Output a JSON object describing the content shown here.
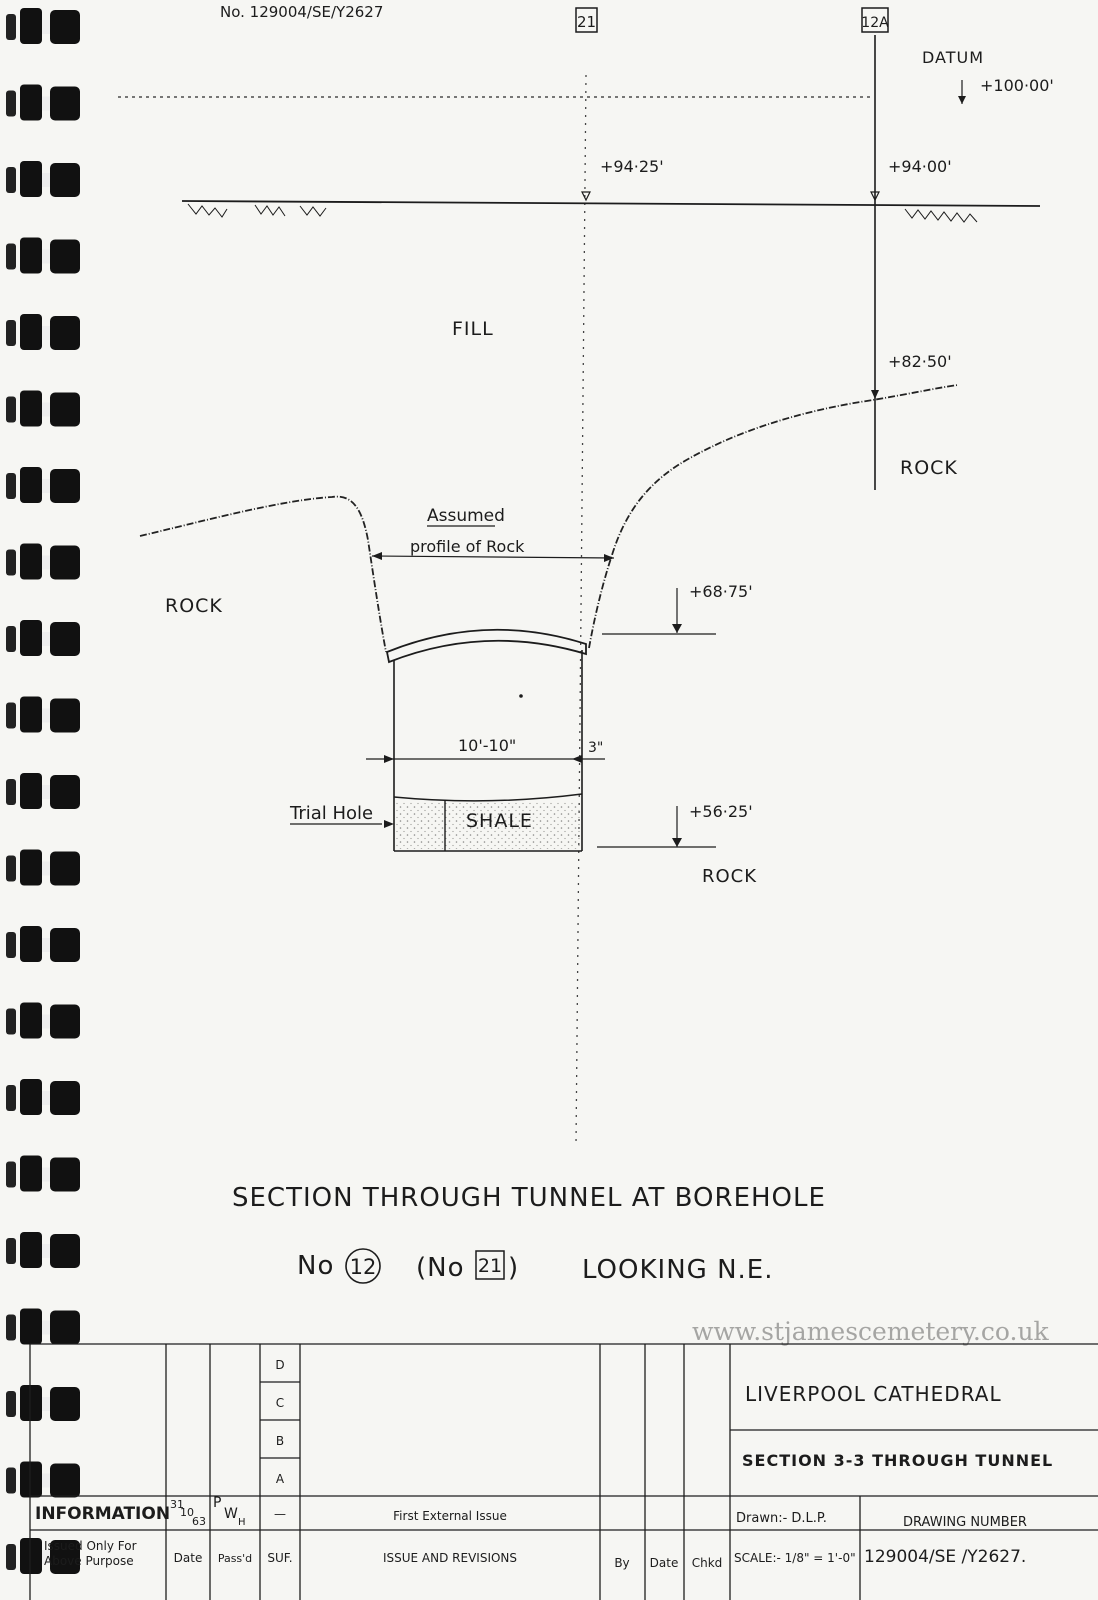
{
  "drawing_ref_top": "No. 129004/SE/Y2627",
  "boreholes": {
    "left_tag": "21",
    "right_tag": "12A"
  },
  "datum": {
    "label": "DATUM",
    "level": "+100·00'"
  },
  "levels": {
    "ground_21": "+94·25'",
    "ground_12a": "+94·00'",
    "rock_12a": "+82·50'",
    "crown": "+68·75'",
    "invert": "+56·25'"
  },
  "strata": {
    "fill": "FILL",
    "rock_right": "ROCK",
    "rock_left": "ROCK",
    "rock_bottom": "ROCK",
    "shale": "SHALE"
  },
  "annotations": {
    "assumed_line1": "Assumed",
    "assumed_line2": "profile of Rock",
    "width_dim": "10'-10\"",
    "wall_dim": "3\"",
    "trial_hole": "Trial Hole"
  },
  "title": {
    "line1": "SECTION THROUGH TUNNEL AT BOREHOLE",
    "line2_prefix": "No",
    "line2_circle": "12",
    "line2_open": "(No",
    "line2_box": "21",
    "line2_close": ")",
    "line2_suffix": "LOOKING N.E."
  },
  "watermark": "www.stjamescemetery.co.uk",
  "title_block": {
    "rev_letters": [
      "D",
      "C",
      "B",
      "A",
      "—"
    ],
    "status": "INFORMATION",
    "status_note_1": "Issued Only For",
    "status_note_2": "Above Purpose",
    "issue_date_1": "31",
    "issue_date_2": "10",
    "issue_date_3": "63",
    "passed_1": "P",
    "passed_2": "W",
    "passed_3": "H",
    "first_issue": "First External Issue",
    "col_date": "Date",
    "col_passd": "Pass'd",
    "col_suf": "SUF.",
    "col_issue": "ISSUE AND REVISIONS",
    "col_by": "By",
    "col_date2": "Date",
    "col_chkd": "Chkd",
    "project": "LIVERPOOL CATHEDRAL",
    "drawing_title": "SECTION 3-3 THROUGH TUNNEL",
    "drawn": "Drawn:- D.L.P.",
    "scale": "SCALE:- 1/8\" = 1'-0\"",
    "drawing_number_label": "DRAWING NUMBER",
    "drawing_number": "129004/SE /Y2627."
  }
}
